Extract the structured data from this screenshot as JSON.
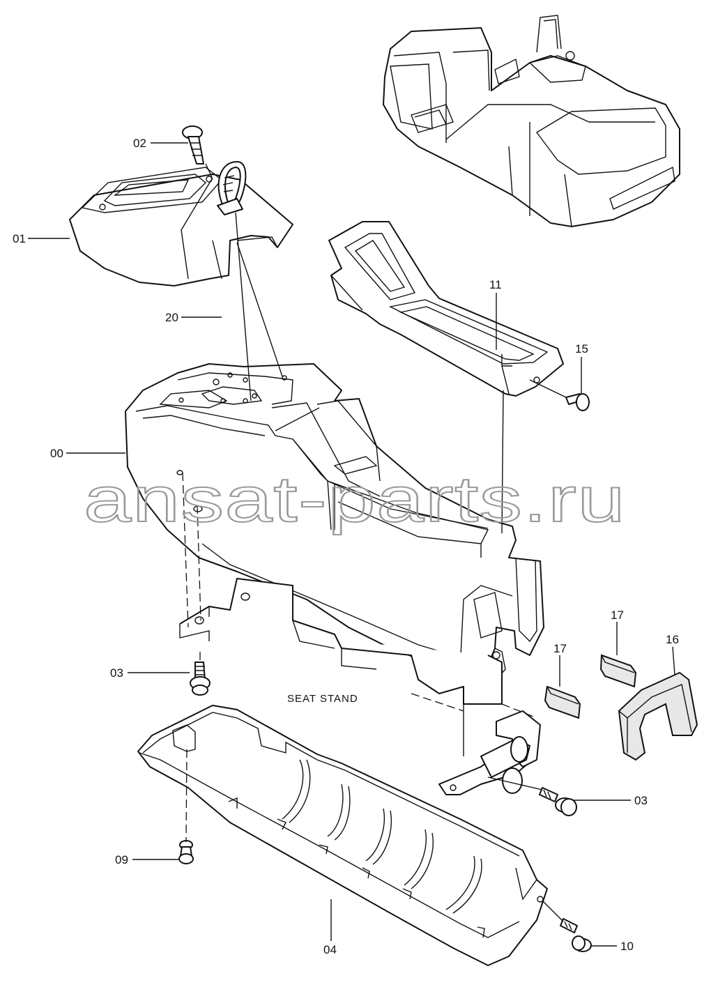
{
  "labels": {
    "p00": "00",
    "p01": "01",
    "p02": "02",
    "p03a": "03",
    "p03b": "03",
    "p04": "04",
    "p09": "09",
    "p10": "10",
    "p11": "11",
    "p15": "15",
    "p16": "16",
    "p17a": "17",
    "p17b": "17",
    "p20": "20"
  },
  "annotation": "SEAT STAND",
  "watermark": "ansat-parts.ru"
}
